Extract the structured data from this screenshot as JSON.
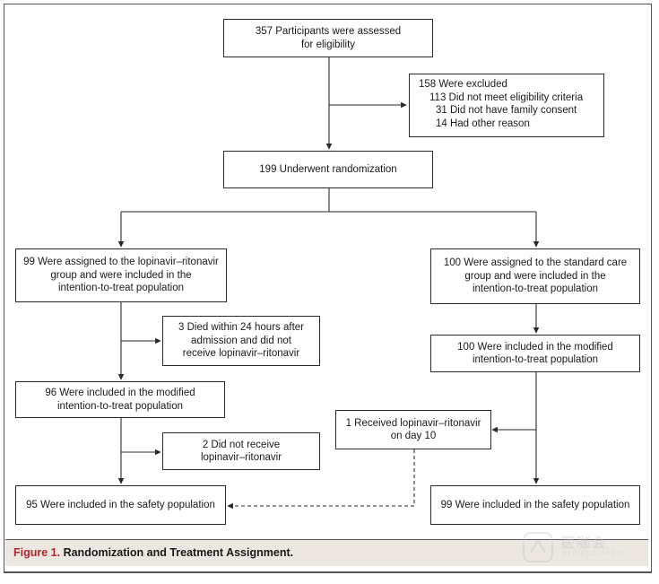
{
  "boxes": {
    "assessed": "357 Participants were assessed\nfor eligibility",
    "randomized": "199 Underwent randomization",
    "lpv_assigned": "99 Were assigned to the lopinavir–ritonavir\ngroup and were included in the\nintention-to-treat population",
    "sc_assigned": "100 Were assigned to the standard care\ngroup and were included in the\nintention-to-treat population",
    "lpv_died": "3 Died within 24 hours after\nadmission and did not\nreceive lopinavir–ritonavir",
    "lpv_mitt": "96 Were included in the modified\nintention-to-treat population",
    "sc_mitt": "100 Were included in the modified\nintention-to-treat population",
    "lpv_not_received": "2 Did not receive\nlopinavir–ritonavir",
    "sc_received_lpv": "1 Received lopinavir–ritonavir\non day 10",
    "lpv_safety": "95 Were included in the safety population",
    "sc_safety": "99 Were included in the safety population"
  },
  "excluded": {
    "title": "158 Were excluded",
    "reasons": [
      "113 Did not meet eligibility criteria",
      "31 Did not have family consent",
      "14 Had other reason"
    ]
  },
  "caption": {
    "figure_label": "Figure 1.",
    "title": "Randomization and Treatment Assignment."
  },
  "watermark": {
    "text": "医咖会",
    "sub": "MEDIECO GROUP"
  },
  "colors": {
    "figure_label": "#b5262c",
    "caption_bg": "#ece7e1",
    "line": "#2a2a2a"
  }
}
